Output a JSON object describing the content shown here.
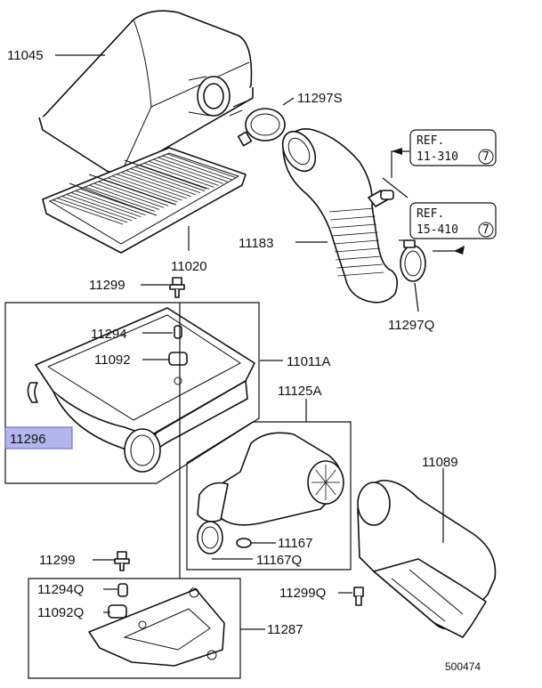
{
  "labels": {
    "p11045": "11045",
    "p11297s": "11297S",
    "p11020": "11020",
    "p11299a": "11299",
    "p11294": "11294",
    "p11092": "11092",
    "p11011a": "11011A",
    "p11296": "11296",
    "p11183": "11183",
    "p11297q": "11297Q",
    "p11125a": "11125A",
    "p11089": "11089",
    "p11167": "11167",
    "p11167q": "11167Q",
    "p11299b": "11299",
    "p11294q": "11294Q",
    "p11092q": "11092Q",
    "p11299q": "11299Q",
    "p11287": "11287",
    "diagram_no": "500474"
  },
  "refs": [
    {
      "line1": "REF.",
      "line2": "11-310",
      "circle": "7"
    },
    {
      "line1": "REF.",
      "line2": "15-410",
      "circle": "7"
    }
  ],
  "highlight": {
    "part": "11296",
    "color": "#b3b6ec"
  }
}
